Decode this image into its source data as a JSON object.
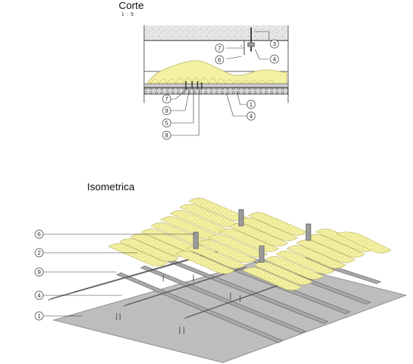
{
  "section": {
    "title": "Corte",
    "scale": "1 : 5",
    "callouts": [
      "3",
      "7",
      "4",
      "6",
      "7",
      "9",
      "5",
      "8",
      "1",
      "4"
    ]
  },
  "isometric": {
    "title": "Isometrica",
    "callouts": [
      "6",
      "2",
      "9",
      "4",
      "1"
    ]
  },
  "colors": {
    "insulation": "#f3f0a6",
    "insulation_stroke": "#c9c36a",
    "board": "#bdbdbd",
    "profile": "#a9a9a9",
    "concrete": "#e4e4e4"
  }
}
